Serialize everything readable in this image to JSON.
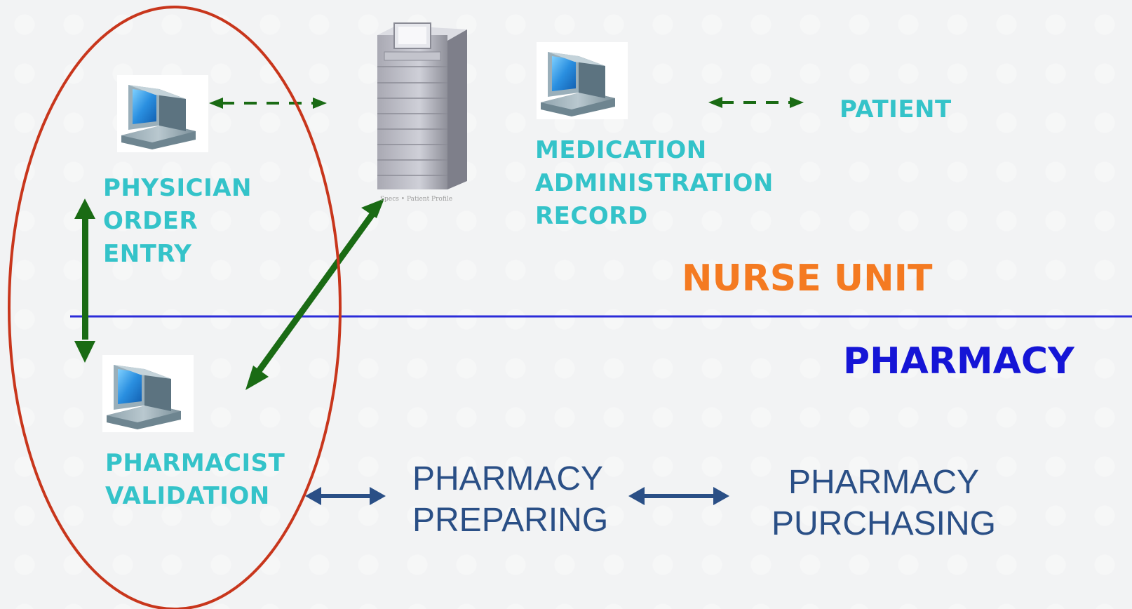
{
  "labels": {
    "physician_order_entry": [
      "PHYSICIAN",
      "ORDER",
      "ENTRY"
    ],
    "medication_administration_record": [
      "MEDICATION",
      "ADMINISTRATION",
      "RECORD"
    ],
    "patient": "PATIENT",
    "pharmacist_validation": [
      "PHARMACIST",
      "VALIDATION"
    ],
    "pharmacy_preparing": [
      "PHARMACY",
      "PREPARING"
    ],
    "pharmacy_purchasing": [
      "PHARMACY",
      "PURCHASING"
    ],
    "server_caption": "Specs • Patient Profile"
  },
  "zones": {
    "upper": "NURSE UNIT",
    "lower": "PHARMACY"
  },
  "icons": {
    "workstation": "computer-workstation-icon",
    "server": "server-cabinet-icon"
  },
  "colors": {
    "label_teal": "#34c3c9",
    "nurse_unit_orange": "#f47a21",
    "pharmacy_blue": "#1515d6",
    "divider_blue": "#2b2bd9",
    "green_arrow": "#1a6b14",
    "navy_arrow": "#2a4f86",
    "ellipse_red": "#c8361c"
  }
}
